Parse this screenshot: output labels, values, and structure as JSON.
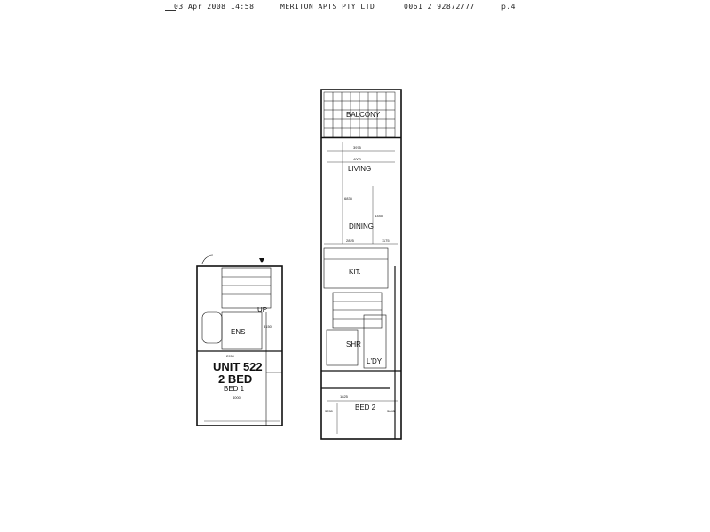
{
  "fax_header": {
    "date_time": "03 Apr 2008 14:58",
    "sender": "MERITON APTS PTY LTD",
    "phone": "0061 2 92872777",
    "page": "p.4"
  },
  "upper_level": {
    "rooms": {
      "balcony": "BALCONY",
      "living": "LIVING",
      "dining": "DINING",
      "kitchen": "KIT.",
      "shower": "SHR",
      "laundry": "L'DY",
      "bed2": "BED 2"
    },
    "dimensions": {
      "balcony_width": "3975",
      "living_width": "4000",
      "living_depth": "6835",
      "dining_depth": "4345",
      "kitchen_width": "2825",
      "kitchen_side": "1175",
      "bed2_a": "1825",
      "bed2_b": "3780",
      "bed2_c": "3845"
    }
  },
  "lower_level": {
    "unit_label": "UNIT 522",
    "unit_type": "2 BED",
    "rooms": {
      "ensuite": "ENS",
      "bed1": "BED 1",
      "stairs_up": "UP"
    },
    "dimensions": {
      "ensuite_width": "2950",
      "ensuite_depth": "3150",
      "bed1_width": "4000"
    }
  }
}
